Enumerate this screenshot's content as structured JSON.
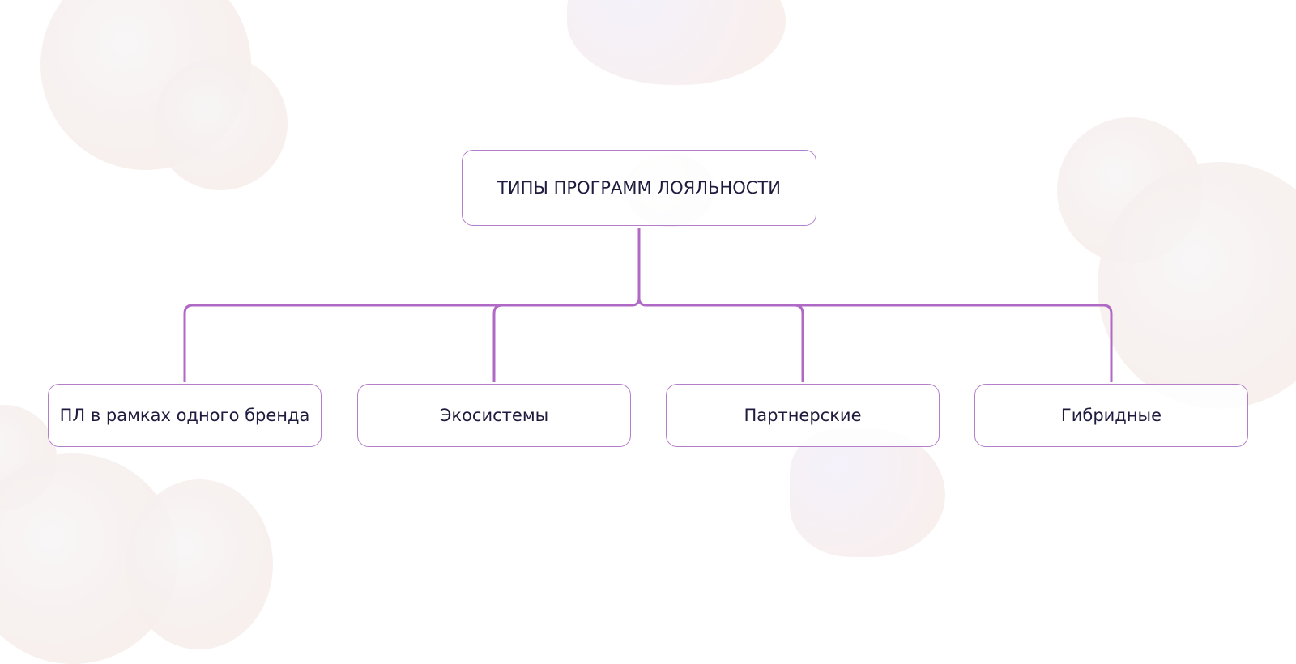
{
  "diagram": {
    "root": {
      "label": "ТИПЫ ПРОГРАММ ЛОЯЛЬНОСТИ"
    },
    "children": [
      {
        "label": "ПЛ в рамках одного бренда"
      },
      {
        "label": "Экосистемы"
      },
      {
        "label": "Партнерские"
      },
      {
        "label": "Гибридные"
      }
    ],
    "connector_color": "#b06ac6",
    "text_color": "#1f1b3e"
  }
}
